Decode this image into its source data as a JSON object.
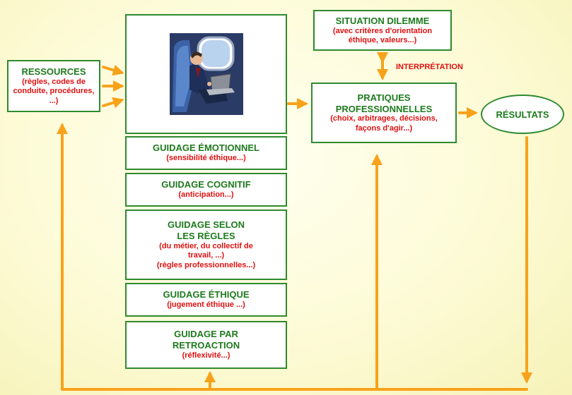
{
  "ressources": {
    "title": "RESSOURCES",
    "subtitle": "(règles, codes de conduite, procédures, ...)"
  },
  "image": {
    "icon": "person-with-laptop-on-airplane-illustration"
  },
  "guidages": [
    {
      "title": "GUIDAGE ÉMOTIONNEL",
      "subtitle": "(sensibilité éthique...)"
    },
    {
      "title": "GUIDAGE COGNITIF",
      "subtitle": "(anticipation...)"
    },
    {
      "title": "GUIDAGE SELON LES RÈGLES",
      "subtitle": "(du métier, du collectif de travail, ...)",
      "subtitle2": "(règles professionnelles...)"
    },
    {
      "title": "GUIDAGE ÉTHIQUE",
      "subtitle": "(jugement éthique ...)"
    },
    {
      "title": "GUIDAGE PAR RETROACTION",
      "subtitle": "(réflexivité...)"
    }
  ],
  "situation": {
    "title": "SITUATION DILEMME",
    "subtitle": "(avec critères d'orientation éthique, valeurs...)"
  },
  "interpretation": "INTERPRÉTATION",
  "pratiques": {
    "title": "PRATIQUES PROFESSIONNELLES",
    "subtitle": "(choix, arbitrages, décisions, façons d'agir...)"
  },
  "resultats": "RÉSULTATS",
  "colors": {
    "green": "#2f8a2f",
    "red": "#e01010",
    "arrow": "#f7a21a",
    "background": "#fdfbd6"
  }
}
